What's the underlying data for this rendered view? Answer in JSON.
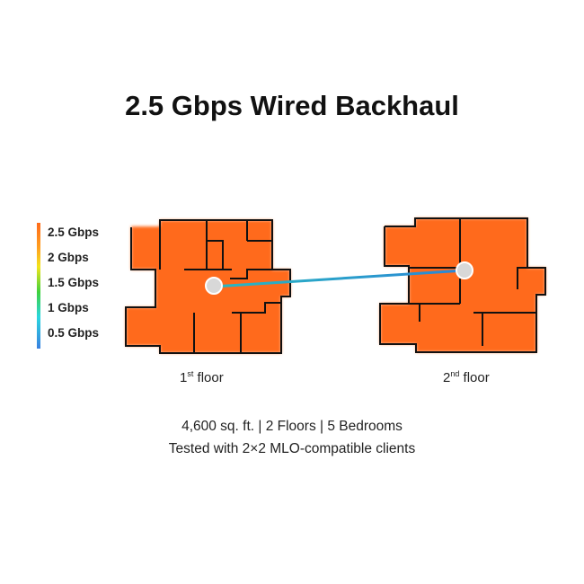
{
  "title": "2.5 Gbps Wired Backhaul",
  "legend": [
    "2.5 Gbps",
    "2 Gbps",
    "1.5 Gbps",
    "1 Gbps",
    "0.5 Gbps"
  ],
  "floors": [
    {
      "num": "1",
      "sup": "st",
      "label": "floor"
    },
    {
      "num": "2",
      "sup": "nd",
      "label": "floor"
    }
  ],
  "caption": [
    "4,600 sq. ft. | 2 Floors | 5 Bedrooms",
    "Tested with 2×2 MLO-compatible clients"
  ],
  "colors": {
    "coverage": "#ff6a1a",
    "backhaul": "#2a9fd0",
    "router": "#d8d8d8"
  }
}
